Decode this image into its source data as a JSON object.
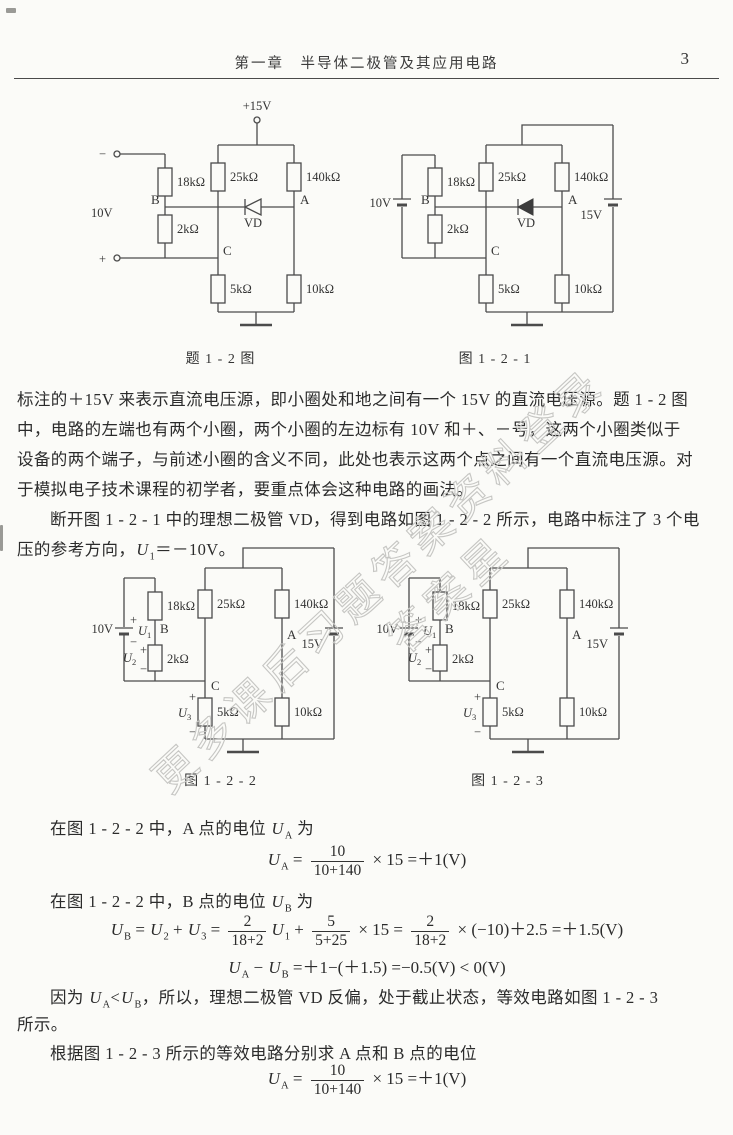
{
  "header": {
    "chapter": "第一章　半导体二极管及其应用电路",
    "page": "3"
  },
  "captions": {
    "fig_t12": "题 1 - 2 图",
    "fig_121": "图 1 - 2 - 1",
    "fig_122": "图 1 - 2 - 2",
    "fig_123": "图 1 - 2 - 3"
  },
  "circuits": {
    "common": {
      "plus15": "+15V",
      "v10": "10V",
      "v15": "15V",
      "r18": "18kΩ",
      "r2": "2kΩ",
      "r25": "25kΩ",
      "r5": "5kΩ",
      "r140": "140kΩ",
      "r10": "10kΩ",
      "nA": "A",
      "nB": "B",
      "nC": "C",
      "vd": "VD",
      "plus": "+",
      "minus": "−",
      "u": "U",
      "s1": "1",
      "s2": "2",
      "s3": "3"
    }
  },
  "body": {
    "l1": [
      {
        "t": "txt",
        "v": "标注的＋15V 来表示直流电压源，即小圈处和地之间有一个 15V 的直流电压源。题 1 - 2 图"
      }
    ],
    "l2": [
      {
        "t": "txt",
        "v": "中，电路的左端也有两个小圈，两个小圈的左边标有 10V 和＋、－号，这两个小圈类似于"
      }
    ],
    "l3": [
      {
        "t": "txt",
        "v": "设备的两个端子，与前述小圈的含义不同，此处也表示这两个点之间有一个直流电压源。对"
      }
    ],
    "l4": [
      {
        "t": "txt",
        "v": "于模拟电子技术课程的初学者，要重点体会这种电路的画法。"
      }
    ],
    "l5": [
      {
        "t": "txt",
        "v": "断开图 1 - 2 - 1 中的理想二极管 VD，得到电路如图 1 - 2 - 2 所示，电路中标注了 3 个电"
      }
    ],
    "l6": [
      {
        "t": "txt",
        "v": "压的参考方向，"
      },
      {
        "t": "var",
        "v": "U"
      },
      {
        "t": "sub",
        "v": "1"
      },
      {
        "t": "txt",
        "v": "＝－10V。"
      }
    ],
    "s1": [
      {
        "t": "txt",
        "v": "在图 1 - 2 - 2 中，A 点的电位 "
      },
      {
        "t": "var",
        "v": "U"
      },
      {
        "t": "sub",
        "v": "A"
      },
      {
        "t": "txt",
        "v": " 为"
      }
    ],
    "s2": [
      {
        "t": "txt",
        "v": "在图 1 - 2 - 2 中，B 点的电位 "
      },
      {
        "t": "var",
        "v": "U"
      },
      {
        "t": "sub",
        "v": "B"
      },
      {
        "t": "txt",
        "v": " 为"
      }
    ],
    "s3": [
      {
        "t": "txt",
        "v": "因为 "
      },
      {
        "t": "var",
        "v": "U"
      },
      {
        "t": "sub",
        "v": "A"
      },
      {
        "t": "txt",
        "v": "<"
      },
      {
        "t": "var",
        "v": "U"
      },
      {
        "t": "sub",
        "v": "B"
      },
      {
        "t": "txt",
        "v": "，所以，理想二极管 VD 反偏，处于截止状态，等效电路如图 1 - 2 - 3"
      }
    ],
    "s3b": [
      {
        "t": "txt",
        "v": "所示。"
      }
    ],
    "s4": [
      {
        "t": "txt",
        "v": "根据图 1 - 2 - 3 所示的等效电路分别求 A 点和 B 点的电位"
      }
    ]
  },
  "formulas": {
    "f1": [
      {
        "t": "var",
        "v": "U"
      },
      {
        "t": "sub",
        "v": "A"
      },
      {
        "t": "txt",
        "v": " = "
      },
      {
        "t": "frac",
        "num": "10",
        "den": "10+140"
      },
      {
        "t": "txt",
        "v": " × 15 =＋1(V)"
      }
    ],
    "f2": [
      {
        "t": "var",
        "v": "U"
      },
      {
        "t": "sub",
        "v": "B"
      },
      {
        "t": "txt",
        "v": " = "
      },
      {
        "t": "var",
        "v": "U"
      },
      {
        "t": "sub",
        "v": "2"
      },
      {
        "t": "txt",
        "v": " + "
      },
      {
        "t": "var",
        "v": "U"
      },
      {
        "t": "sub",
        "v": "3"
      },
      {
        "t": "txt",
        "v": " = "
      },
      {
        "t": "frac",
        "num": "2",
        "den": "18+2"
      },
      {
        "t": "var",
        "v": "U"
      },
      {
        "t": "sub",
        "v": "1"
      },
      {
        "t": "txt",
        "v": " + "
      },
      {
        "t": "frac",
        "num": "5",
        "den": "5+25"
      },
      {
        "t": "txt",
        "v": " × 15 = "
      },
      {
        "t": "frac",
        "num": "2",
        "den": "18+2"
      },
      {
        "t": "txt",
        "v": " × (−10)＋2.5 =＋1.5(V)"
      }
    ],
    "f3": [
      {
        "t": "var",
        "v": "U"
      },
      {
        "t": "sub",
        "v": "A"
      },
      {
        "t": "txt",
        "v": " − "
      },
      {
        "t": "var",
        "v": "U"
      },
      {
        "t": "sub",
        "v": "B"
      },
      {
        "t": "txt",
        "v": " =＋1−(＋1.5) =−0.5(V) < 0(V)"
      }
    ],
    "f4": [
      {
        "t": "var",
        "v": "U"
      },
      {
        "t": "sub",
        "v": "A"
      },
      {
        "t": "txt",
        "v": " = "
      },
      {
        "t": "frac",
        "num": "10",
        "den": "10+140"
      },
      {
        "t": "txt",
        "v": " × 15 =＋1(V)"
      }
    ]
  },
  "watermark": {
    "line1": "更多课后习题答案资料登录",
    "line2": "答案星",
    "color": "#c6c6c3"
  }
}
